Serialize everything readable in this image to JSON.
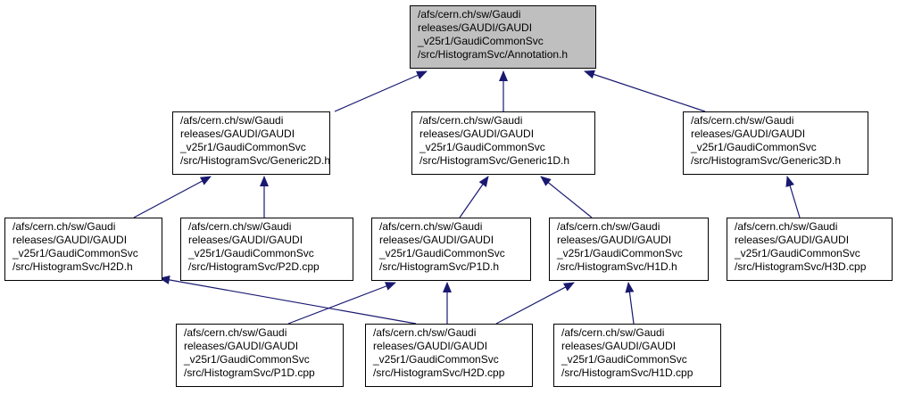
{
  "colors": {
    "edge": "#191970",
    "node_border": "#000000",
    "highlight_fill": "#bfbfbf"
  },
  "nodes": {
    "annotation_h": {
      "lines": [
        "/afs/cern.ch/sw/Gaudi",
        "releases/GAUDI/GAUDI",
        "_v25r1/GaudiCommonSvc",
        "/src/HistogramSvc/Annotation.h"
      ],
      "highlighted": true
    },
    "generic2d_h": {
      "lines": [
        "/afs/cern.ch/sw/Gaudi",
        "releases/GAUDI/GAUDI",
        "_v25r1/GaudiCommonSvc",
        "/src/HistogramSvc/Generic2D.h"
      ]
    },
    "generic1d_h": {
      "lines": [
        "/afs/cern.ch/sw/Gaudi",
        "releases/GAUDI/GAUDI",
        "_v25r1/GaudiCommonSvc",
        "/src/HistogramSvc/Generic1D.h"
      ]
    },
    "generic3d_h": {
      "lines": [
        "/afs/cern.ch/sw/Gaudi",
        "releases/GAUDI/GAUDI",
        "_v25r1/GaudiCommonSvc",
        "/src/HistogramSvc/Generic3D.h"
      ]
    },
    "h2d_h": {
      "lines": [
        "/afs/cern.ch/sw/Gaudi",
        "releases/GAUDI/GAUDI",
        "_v25r1/GaudiCommonSvc",
        "/src/HistogramSvc/H2D.h"
      ]
    },
    "p2d_cpp": {
      "lines": [
        "/afs/cern.ch/sw/Gaudi",
        "releases/GAUDI/GAUDI",
        "_v25r1/GaudiCommonSvc",
        "/src/HistogramSvc/P2D.cpp"
      ]
    },
    "p1d_h": {
      "lines": [
        "/afs/cern.ch/sw/Gaudi",
        "releases/GAUDI/GAUDI",
        "_v25r1/GaudiCommonSvc",
        "/src/HistogramSvc/P1D.h"
      ]
    },
    "h1d_h": {
      "lines": [
        "/afs/cern.ch/sw/Gaudi",
        "releases/GAUDI/GAUDI",
        "_v25r1/GaudiCommonSvc",
        "/src/HistogramSvc/H1D.h"
      ]
    },
    "h3d_cpp": {
      "lines": [
        "/afs/cern.ch/sw/Gaudi",
        "releases/GAUDI/GAUDI",
        "_v25r1/GaudiCommonSvc",
        "/src/HistogramSvc/H3D.cpp"
      ]
    },
    "p1d_cpp": {
      "lines": [
        "/afs/cern.ch/sw/Gaudi",
        "releases/GAUDI/GAUDI",
        "_v25r1/GaudiCommonSvc",
        "/src/HistogramSvc/P1D.cpp"
      ]
    },
    "h2d_cpp": {
      "lines": [
        "/afs/cern.ch/sw/Gaudi",
        "releases/GAUDI/GAUDI",
        "_v25r1/GaudiCommonSvc",
        "/src/HistogramSvc/H2D.cpp"
      ]
    },
    "h1d_cpp": {
      "lines": [
        "/afs/cern.ch/sw/Gaudi",
        "releases/GAUDI/GAUDI",
        "_v25r1/GaudiCommonSvc",
        "/src/HistogramSvc/H1D.cpp"
      ]
    }
  },
  "edges": [
    {
      "from": "generic2d_h",
      "to": "annotation_h"
    },
    {
      "from": "generic1d_h",
      "to": "annotation_h"
    },
    {
      "from": "generic3d_h",
      "to": "annotation_h"
    },
    {
      "from": "h2d_h",
      "to": "generic2d_h"
    },
    {
      "from": "p2d_cpp",
      "to": "generic2d_h"
    },
    {
      "from": "p1d_h",
      "to": "generic1d_h"
    },
    {
      "from": "h1d_h",
      "to": "generic1d_h"
    },
    {
      "from": "h3d_cpp",
      "to": "generic3d_h"
    },
    {
      "from": "h2d_cpp",
      "to": "h2d_h"
    },
    {
      "from": "p1d_cpp",
      "to": "p1d_h"
    },
    {
      "from": "h2d_cpp",
      "to": "p1d_h"
    },
    {
      "from": "h2d_cpp",
      "to": "h1d_h"
    },
    {
      "from": "h1d_cpp",
      "to": "h1d_h"
    }
  ]
}
